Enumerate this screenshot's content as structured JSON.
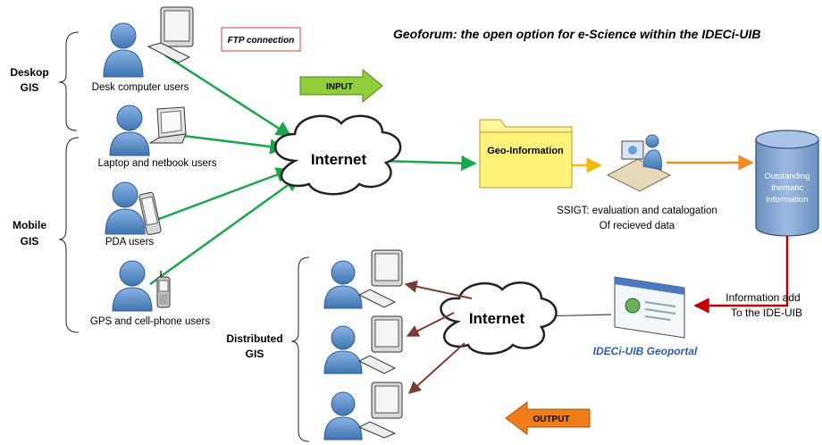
{
  "title": "Geoforum: the open option for e-Science within the IDECi-UIB",
  "ftp_label": "FTP connection",
  "groups": {
    "desktop": [
      "Deskop",
      "GIS"
    ],
    "mobile": [
      "Mobile",
      "GIS"
    ],
    "distributed": [
      "Distributed",
      "GIS"
    ]
  },
  "users": {
    "desk": "Desk computer users",
    "laptop": "Laptop and netbook users",
    "pda": "PDA users",
    "gps": "GPS and cell-phone users"
  },
  "internet_top": "Internet",
  "internet_bottom": "Internet",
  "input_label": "INPUT",
  "output_label": "OUTPUT",
  "geo_info_label": "Geo-Information",
  "ssigt_caption": [
    "SSIGT: evaluation and catalogation",
    "Of recieved data"
  ],
  "database_label": [
    "Outstanding",
    "thematic",
    "information"
  ],
  "info_add": [
    "Information add",
    "To the IDE-UIB"
  ],
  "geoportal_label": "IDECi-UIB Geoportal",
  "colors": {
    "green_line": "#1aa64a",
    "brown_line": "#7b3b2e",
    "red_line": "#c00000",
    "orange_line": "#f08a24",
    "yellow_line": "#f5b800",
    "person_fill": "#5b8fc9",
    "person_stroke": "#2f5f95",
    "input_arrow": "#8fce3a",
    "output_arrow": "#f07d1a",
    "db_fill": "#7fa3cf",
    "folder_fill": "#fff59a",
    "portal_title": "#2f5bb0"
  }
}
